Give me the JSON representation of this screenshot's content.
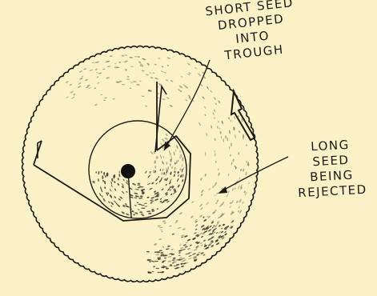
{
  "labels": {
    "short_seed": [
      "SHORT SEED",
      "DROPPED INTO",
      "TROUGH"
    ],
    "long_seed": [
      "LONG",
      "SEED",
      "BEING",
      "REJECTED"
    ]
  },
  "colors": {
    "background": "#fbf1c6",
    "ink": "#1c1a16"
  }
}
